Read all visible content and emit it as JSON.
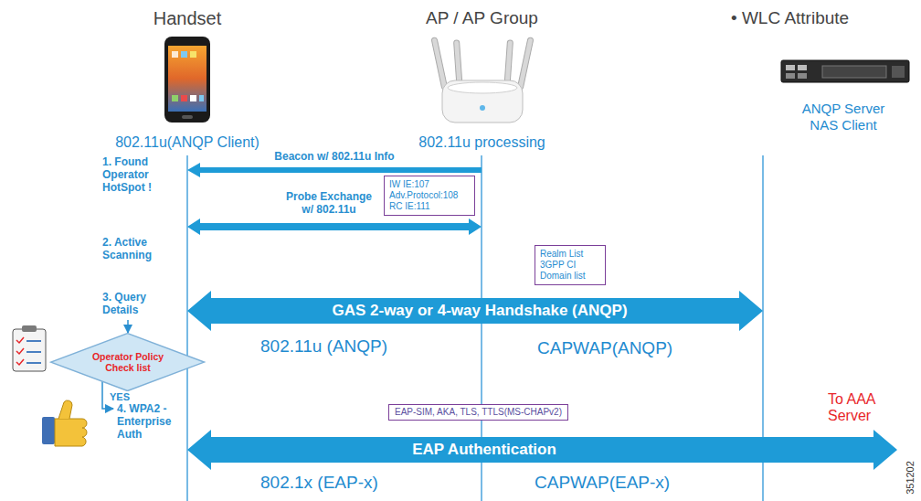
{
  "diagram": {
    "nodes": [
      {
        "text": [
          "Handset",
          "802.11u(ANQP Client)"
        ]
      },
      {
        "text": [
          "AP / AP Group",
          "802.11u processing"
        ]
      },
      {
        "text": [
          "• WLC Attribute",
          "ANQP Server NAS Client"
        ]
      },
      {
        "text": [
          "IW IE:107 Adv.Protocol:108 RC IE:111"
        ]
      },
      {
        "text": [
          "Realm List 3GPP CI Domain list"
        ]
      },
      {
        "text": [
          "Operator Policy Check list"
        ]
      },
      {
        "text": [
          "To AAA Server"
        ]
      },
      {
        "text": [
          "EAP-SIM, AKA, TLS, TTLS(MS-CHAPv2)"
        ]
      }
    ],
    "edges": [
      {
        "from": 1,
        "to": 0,
        "arrow": "to",
        "label": "Beacon w/ 802.11u Info"
      },
      {
        "from": 0,
        "to": 1,
        "arrow": "both",
        "label": "Probe Exchange w/ 802.11u"
      },
      {
        "from": 0,
        "to": 2,
        "arrow": "both",
        "label": "GAS 2-way or 4-way Handshake (ANQP)"
      },
      {
        "from": 0,
        "to": 6,
        "arrow": "both",
        "label": "EAP Authentication"
      }
    ],
    "labels": [
      "1. Found Operator HotSpot !",
      "2. Active Scanning",
      "3. Query Details",
      "YES",
      "4. WPA2 -Enterprise Auth",
      "802.11u (ANQP)",
      "CAPWAP(ANQP)",
      "802.1x (EAP-x)",
      "CAPWAP(EAP-x)",
      "351202"
    ]
  }
}
